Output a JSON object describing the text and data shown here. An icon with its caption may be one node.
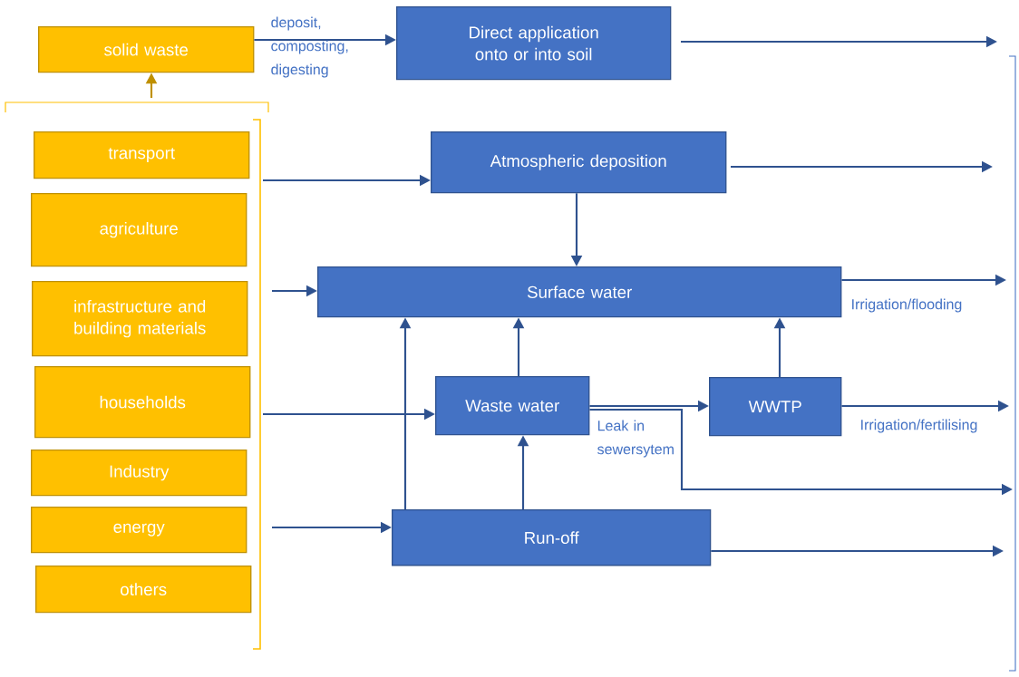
{
  "diagram": {
    "nodes": [
      {
        "text": [
          "solid waste"
        ]
      },
      {
        "text": [
          "transport"
        ]
      },
      {
        "text": [
          "agriculture"
        ]
      },
      {
        "text": [
          "infrastructure and building materials"
        ]
      },
      {
        "text": [
          "households"
        ]
      },
      {
        "text": [
          "Industry"
        ]
      },
      {
        "text": [
          "energy"
        ]
      },
      {
        "text": [
          "others"
        ]
      },
      {
        "text": [
          "Direct application onto or into soil"
        ]
      },
      {
        "text": [
          "Atmospheric deposition"
        ]
      },
      {
        "text": [
          "Surface water"
        ]
      },
      {
        "text": [
          "Waste water"
        ]
      },
      {
        "text": [
          "WWTP"
        ]
      },
      {
        "text": [
          "Run-off"
        ]
      }
    ],
    "edges": [
      {
        "from": 0,
        "to": 8,
        "arrow": "to",
        "label": "deposit, composting, digesting"
      },
      {
        "from": null,
        "to": 0,
        "arrow": "to",
        "color": "#bf9000"
      },
      {
        "from": null,
        "to": 9,
        "arrow": "to"
      },
      {
        "from": null,
        "to": 10,
        "arrow": "to"
      },
      {
        "from": null,
        "to": 11,
        "arrow": "to"
      },
      {
        "from": null,
        "to": 13,
        "arrow": "to"
      },
      {
        "from": 9,
        "to": 10,
        "arrow": "to"
      },
      {
        "from": 11,
        "to": 10,
        "arrow": "to"
      },
      {
        "from": 12,
        "to": 10,
        "arrow": "to"
      },
      {
        "from": 13,
        "to": 10,
        "arrow": "to"
      },
      {
        "from": 13,
        "to": 11,
        "arrow": "to"
      },
      {
        "from": 11,
        "to": 12,
        "arrow": "to"
      },
      {
        "from": 11,
        "to": null,
        "arrow": "to",
        "label": "Leak in sewersytem"
      },
      {
        "from": 8,
        "to": null,
        "arrow": "to"
      },
      {
        "from": 9,
        "to": null,
        "arrow": "to"
      },
      {
        "from": 10,
        "to": null,
        "arrow": "to",
        "label": "Irrigation/flooding"
      },
      {
        "from": 12,
        "to": null,
        "arrow": "to",
        "label": "Irrigation/fertilising"
      },
      {
        "from": 13,
        "to": null,
        "arrow": "to"
      }
    ]
  }
}
